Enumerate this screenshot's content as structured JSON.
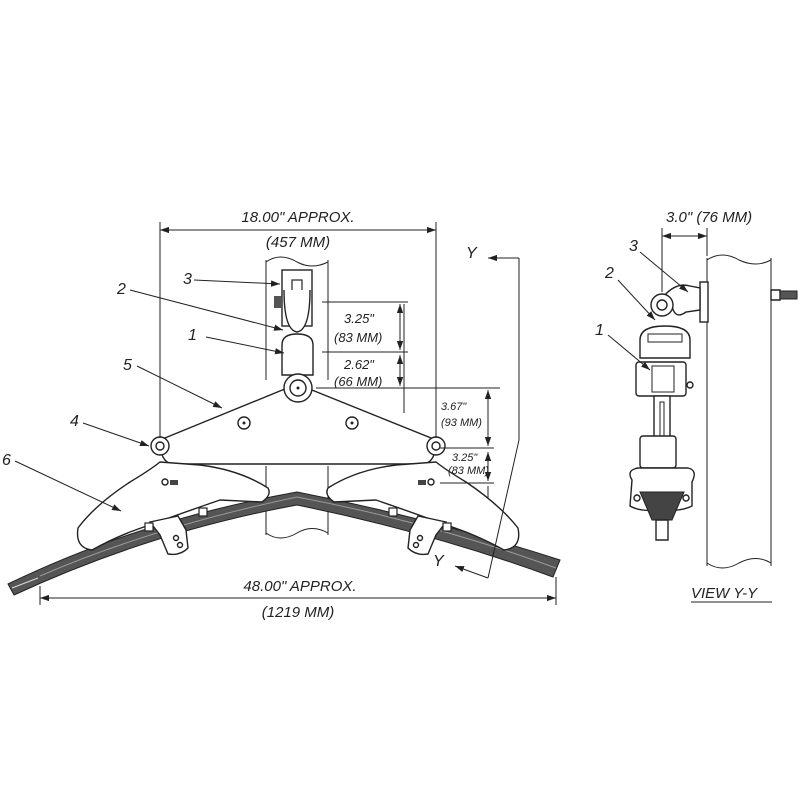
{
  "dimensions": {
    "top_width_in": "18.00\" APPROX.",
    "top_width_mm": "(457 MM)",
    "bottom_width_in": "48.00\" APPROX.",
    "bottom_width_mm": "(1219 MM)",
    "shackle_in": "3.25\"",
    "shackle_mm": "(83 MM)",
    "clevis_in": "2.62\"",
    "clevis_mm": "(66 MM)",
    "plate_in": "3.67\"",
    "plate_mm": "(93 MM)",
    "clamp_in": "3.25\"",
    "clamp_mm": "(83 MM)",
    "offset_in": "3.0\" (76 MM)"
  },
  "section_marks": {
    "top": "Y",
    "bottom": "Y"
  },
  "callouts": [
    "1",
    "2",
    "3",
    "4",
    "5",
    "6"
  ],
  "side_callouts": [
    "1",
    "2",
    "3"
  ],
  "view_label": "VIEW Y-Y"
}
